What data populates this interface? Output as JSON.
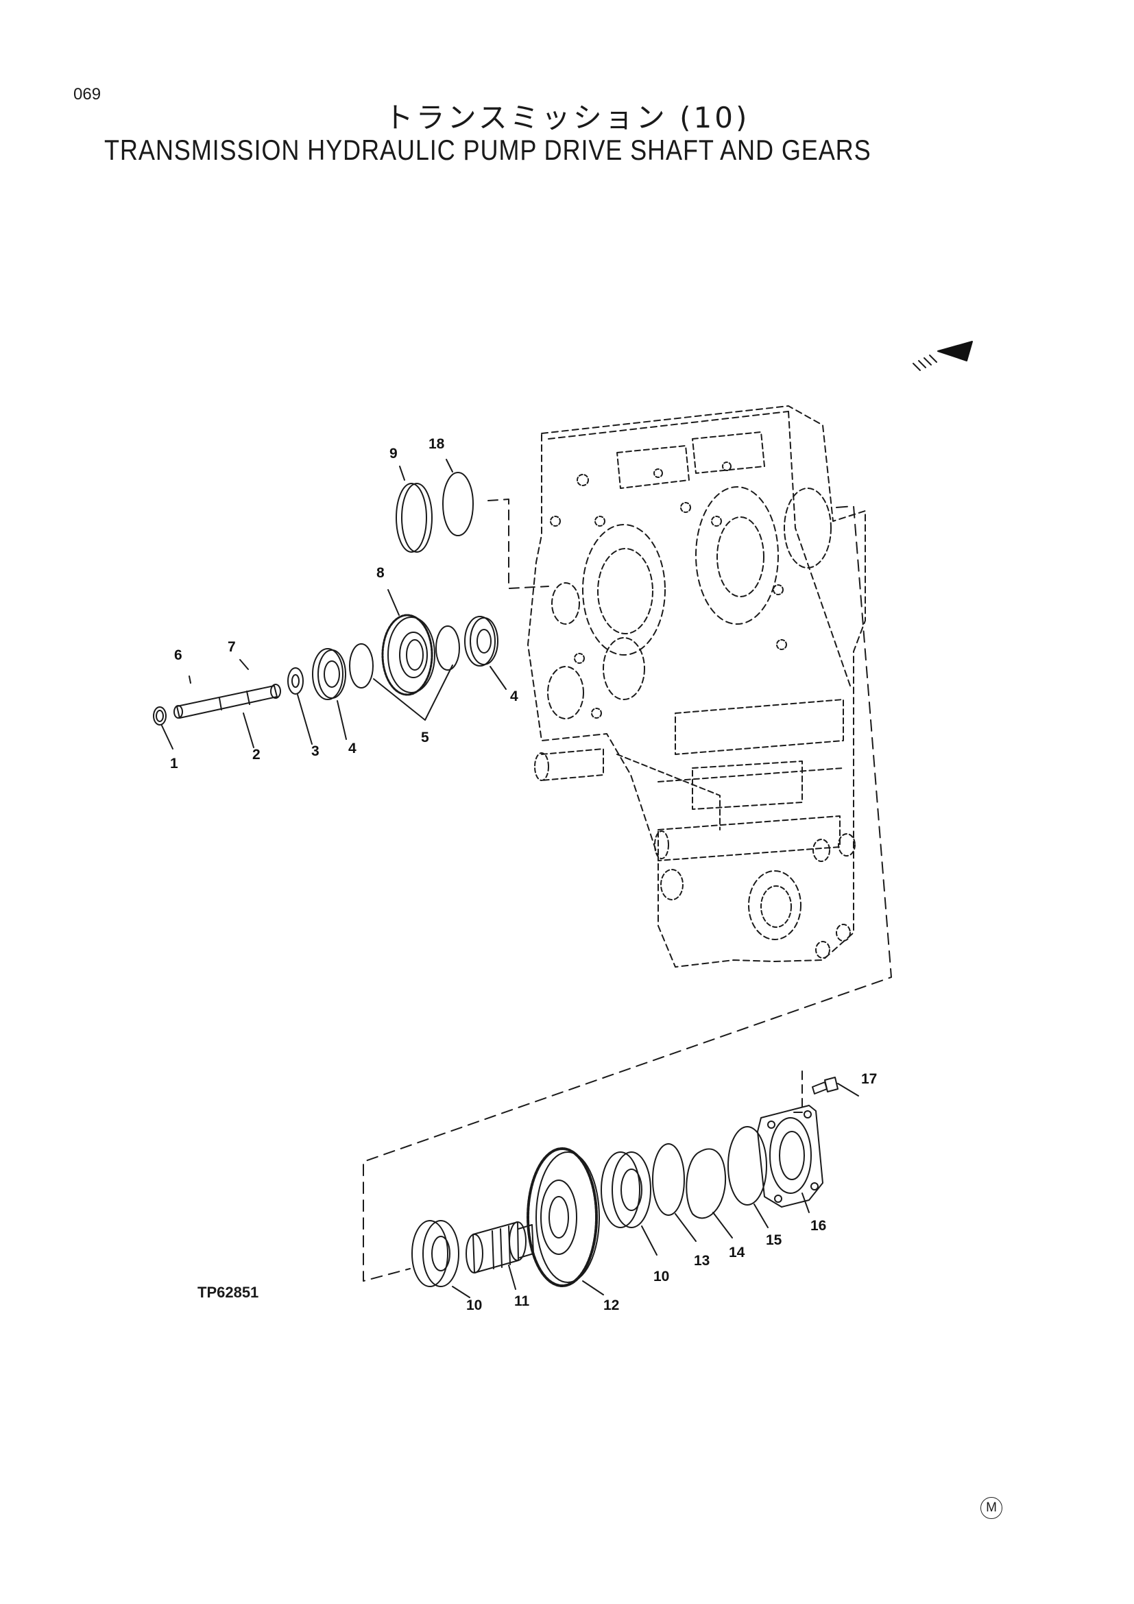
{
  "page": {
    "number": "069",
    "title_jp": "トランスミッション (10)",
    "title_en": "TRANSMISSION HYDRAULIC PUMP DRIVE SHAFT AND GEARS",
    "figure_ref": "TP62851",
    "corner_mark": "M"
  },
  "callouts": {
    "c1": "1",
    "c2": "2",
    "c3": "3",
    "c4a": "4",
    "c4b": "4",
    "c5": "5",
    "c6": "6",
    "c7": "7",
    "c8": "8",
    "c9": "9",
    "c10a": "10",
    "c10b": "10",
    "c11": "11",
    "c12": "12",
    "c13": "13",
    "c14": "14",
    "c15": "15",
    "c16": "16",
    "c17": "17",
    "c18": "18"
  },
  "icons": {
    "direction": "direction-arrow-icon",
    "housing": "transmission-housing"
  },
  "colors": {
    "ink": "#1a1a1a",
    "paper": "#ffffff"
  }
}
